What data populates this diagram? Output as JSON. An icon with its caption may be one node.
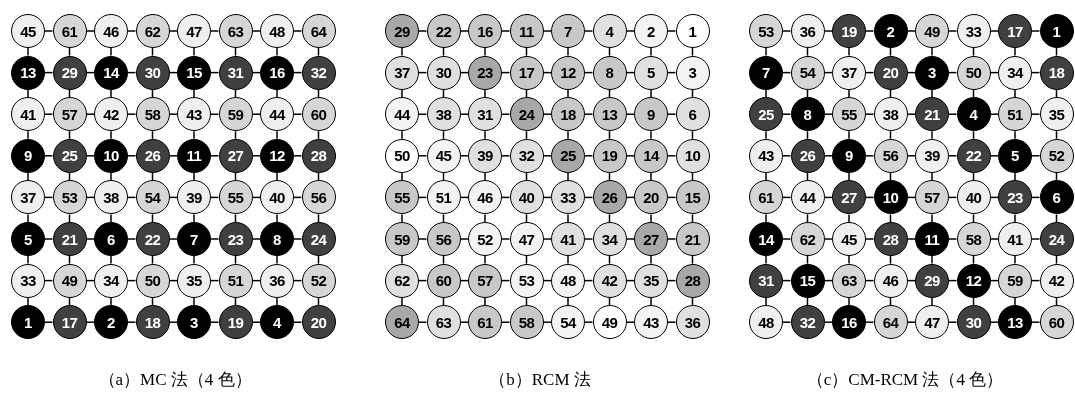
{
  "diagram": {
    "nodes": [
      {
        "text": [
          "45"
        ]
      },
      {
        "text": [
          "61"
        ]
      },
      {
        "text": [
          "46"
        ]
      },
      {
        "text": [
          "62"
        ]
      },
      {
        "text": [
          "47"
        ]
      },
      {
        "text": [
          "63"
        ]
      },
      {
        "text": [
          "48"
        ]
      },
      {
        "text": [
          "64"
        ]
      },
      {
        "text": [
          "13"
        ]
      },
      {
        "text": [
          "29"
        ]
      },
      {
        "text": [
          "14"
        ]
      },
      {
        "text": [
          "30"
        ]
      },
      {
        "text": [
          "15"
        ]
      },
      {
        "text": [
          "31"
        ]
      },
      {
        "text": [
          "16"
        ]
      },
      {
        "text": [
          "32"
        ]
      },
      {
        "text": [
          "41"
        ]
      },
      {
        "text": [
          "57"
        ]
      },
      {
        "text": [
          "42"
        ]
      },
      {
        "text": [
          "58"
        ]
      },
      {
        "text": [
          "43"
        ]
      },
      {
        "text": [
          "59"
        ]
      },
      {
        "text": [
          "44"
        ]
      },
      {
        "text": [
          "60"
        ]
      },
      {
        "text": [
          "9"
        ]
      },
      {
        "text": [
          "25"
        ]
      },
      {
        "text": [
          "10"
        ]
      },
      {
        "text": [
          "26"
        ]
      },
      {
        "text": [
          "11"
        ]
      },
      {
        "text": [
          "27"
        ]
      },
      {
        "text": [
          "12"
        ]
      },
      {
        "text": [
          "28"
        ]
      },
      {
        "text": [
          "37"
        ]
      },
      {
        "text": [
          "53"
        ]
      },
      {
        "text": [
          "38"
        ]
      },
      {
        "text": [
          "54"
        ]
      },
      {
        "text": [
          "39"
        ]
      },
      {
        "text": [
          "55"
        ]
      },
      {
        "text": [
          "40"
        ]
      },
      {
        "text": [
          "56"
        ]
      },
      {
        "text": [
          "5"
        ]
      },
      {
        "text": [
          "21"
        ]
      },
      {
        "text": [
          "6"
        ]
      },
      {
        "text": [
          "22"
        ]
      },
      {
        "text": [
          "7"
        ]
      },
      {
        "text": [
          "23"
        ]
      },
      {
        "text": [
          "8"
        ]
      },
      {
        "text": [
          "24"
        ]
      },
      {
        "text": [
          "33"
        ]
      },
      {
        "text": [
          "49"
        ]
      },
      {
        "text": [
          "34"
        ]
      },
      {
        "text": [
          "50"
        ]
      },
      {
        "text": [
          "35"
        ]
      },
      {
        "text": [
          "51"
        ]
      },
      {
        "text": [
          "36"
        ]
      },
      {
        "text": [
          "52"
        ]
      },
      {
        "text": [
          "1"
        ]
      },
      {
        "text": [
          "17"
        ]
      },
      {
        "text": [
          "2"
        ]
      },
      {
        "text": [
          "18"
        ]
      },
      {
        "text": [
          "3"
        ]
      },
      {
        "text": [
          "19"
        ]
      },
      {
        "text": [
          "4"
        ]
      },
      {
        "text": [
          "20"
        ]
      },
      {
        "text": [
          "29"
        ]
      },
      {
        "text": [
          "22"
        ]
      },
      {
        "text": [
          "16"
        ]
      },
      {
        "text": [
          "11"
        ]
      },
      {
        "text": [
          "7"
        ]
      },
      {
        "text": [
          "4"
        ]
      },
      {
        "text": [
          "2"
        ]
      },
      {
        "text": [
          "1"
        ]
      },
      {
        "text": [
          "37"
        ]
      },
      {
        "text": [
          "30"
        ]
      },
      {
        "text": [
          "23"
        ]
      },
      {
        "text": [
          "17"
        ]
      },
      {
        "text": [
          "12"
        ]
      },
      {
        "text": [
          "8"
        ]
      },
      {
        "text": [
          "5"
        ]
      },
      {
        "text": [
          "3"
        ]
      },
      {
        "text": [
          "44"
        ]
      },
      {
        "text": [
          "38"
        ]
      },
      {
        "text": [
          "31"
        ]
      },
      {
        "text": [
          "24"
        ]
      },
      {
        "text": [
          "18"
        ]
      },
      {
        "text": [
          "13"
        ]
      },
      {
        "text": [
          "9"
        ]
      },
      {
        "text": [
          "6"
        ]
      },
      {
        "text": [
          "50"
        ]
      },
      {
        "text": [
          "45"
        ]
      },
      {
        "text": [
          "39"
        ]
      },
      {
        "text": [
          "32"
        ]
      },
      {
        "text": [
          "25"
        ]
      },
      {
        "text": [
          "19"
        ]
      },
      {
        "text": [
          "14"
        ]
      },
      {
        "text": [
          "10"
        ]
      },
      {
        "text": [
          "55"
        ]
      },
      {
        "text": [
          "51"
        ]
      },
      {
        "text": [
          "46"
        ]
      },
      {
        "text": [
          "40"
        ]
      },
      {
        "text": [
          "33"
        ]
      },
      {
        "text": [
          "26"
        ]
      },
      {
        "text": [
          "20"
        ]
      },
      {
        "text": [
          "15"
        ]
      },
      {
        "text": [
          "59"
        ]
      },
      {
        "text": [
          "56"
        ]
      },
      {
        "text": [
          "52"
        ]
      },
      {
        "text": [
          "47"
        ]
      },
      {
        "text": [
          "41"
        ]
      },
      {
        "text": [
          "34"
        ]
      },
      {
        "text": [
          "27"
        ]
      },
      {
        "text": [
          "21"
        ]
      },
      {
        "text": [
          "62"
        ]
      },
      {
        "text": [
          "60"
        ]
      },
      {
        "text": [
          "57"
        ]
      },
      {
        "text": [
          "53"
        ]
      },
      {
        "text": [
          "48"
        ]
      },
      {
        "text": [
          "42"
        ]
      },
      {
        "text": [
          "35"
        ]
      },
      {
        "text": [
          "28"
        ]
      },
      {
        "text": [
          "64"
        ]
      },
      {
        "text": [
          "63"
        ]
      },
      {
        "text": [
          "61"
        ]
      },
      {
        "text": [
          "58"
        ]
      },
      {
        "text": [
          "54"
        ]
      },
      {
        "text": [
          "49"
        ]
      },
      {
        "text": [
          "43"
        ]
      },
      {
        "text": [
          "36"
        ]
      },
      {
        "text": [
          "53"
        ]
      },
      {
        "text": [
          "36"
        ]
      },
      {
        "text": [
          "19"
        ]
      },
      {
        "text": [
          "2"
        ]
      },
      {
        "text": [
          "49"
        ]
      },
      {
        "text": [
          "33"
        ]
      },
      {
        "text": [
          "17"
        ]
      },
      {
        "text": [
          "1"
        ]
      },
      {
        "text": [
          "7"
        ]
      },
      {
        "text": [
          "54"
        ]
      },
      {
        "text": [
          "37"
        ]
      },
      {
        "text": [
          "20"
        ]
      },
      {
        "text": [
          "3"
        ]
      },
      {
        "text": [
          "50"
        ]
      },
      {
        "text": [
          "34"
        ]
      },
      {
        "text": [
          "18"
        ]
      },
      {
        "text": [
          "25"
        ]
      },
      {
        "text": [
          "8"
        ]
      },
      {
        "text": [
          "55"
        ]
      },
      {
        "text": [
          "38"
        ]
      },
      {
        "text": [
          "21"
        ]
      },
      {
        "text": [
          "4"
        ]
      },
      {
        "text": [
          "51"
        ]
      },
      {
        "text": [
          "35"
        ]
      },
      {
        "text": [
          "43"
        ]
      },
      {
        "text": [
          "26"
        ]
      },
      {
        "text": [
          "9"
        ]
      },
      {
        "text": [
          "56"
        ]
      },
      {
        "text": [
          "39"
        ]
      },
      {
        "text": [
          "22"
        ]
      },
      {
        "text": [
          "5"
        ]
      },
      {
        "text": [
          "52"
        ]
      },
      {
        "text": [
          "61"
        ]
      },
      {
        "text": [
          "44"
        ]
      },
      {
        "text": [
          "27"
        ]
      },
      {
        "text": [
          "10"
        ]
      },
      {
        "text": [
          "57"
        ]
      },
      {
        "text": [
          "40"
        ]
      },
      {
        "text": [
          "23"
        ]
      },
      {
        "text": [
          "6"
        ]
      },
      {
        "text": [
          "14"
        ]
      },
      {
        "text": [
          "62"
        ]
      },
      {
        "text": [
          "45"
        ]
      },
      {
        "text": [
          "28"
        ]
      },
      {
        "text": [
          "11"
        ]
      },
      {
        "text": [
          "58"
        ]
      },
      {
        "text": [
          "41"
        ]
      },
      {
        "text": [
          "24"
        ]
      },
      {
        "text": [
          "31"
        ]
      },
      {
        "text": [
          "15"
        ]
      },
      {
        "text": [
          "63"
        ]
      },
      {
        "text": [
          "46"
        ]
      },
      {
        "text": [
          "29"
        ]
      },
      {
        "text": [
          "12"
        ]
      },
      {
        "text": [
          "59"
        ]
      },
      {
        "text": [
          "42"
        ]
      },
      {
        "text": [
          "48"
        ]
      },
      {
        "text": [
          "32"
        ]
      },
      {
        "text": [
          "16"
        ]
      },
      {
        "text": [
          "64"
        ]
      },
      {
        "text": [
          "47"
        ]
      },
      {
        "text": [
          "30"
        ]
      },
      {
        "text": [
          "13"
        ]
      },
      {
        "text": [
          "60"
        ]
      }
    ],
    "edges": [
      {
        "from": 0,
        "to": 1,
        "arrow": "none"
      },
      {
        "from": 1,
        "to": 2,
        "arrow": "none"
      },
      {
        "from": 2,
        "to": 3,
        "arrow": "none"
      },
      {
        "from": 3,
        "to": 4,
        "arrow": "none"
      },
      {
        "from": 4,
        "to": 5,
        "arrow": "none"
      },
      {
        "from": 5,
        "to": 6,
        "arrow": "none"
      },
      {
        "from": 6,
        "to": 7,
        "arrow": "none"
      },
      {
        "from": 0,
        "to": 8,
        "arrow": "none"
      },
      {
        "from": 1,
        "to": 9,
        "arrow": "none"
      },
      {
        "from": 2,
        "to": 10,
        "arrow": "none"
      },
      {
        "from": 3,
        "to": 11,
        "arrow": "none"
      },
      {
        "from": 4,
        "to": 12,
        "arrow": "none"
      },
      {
        "from": 5,
        "to": 13,
        "arrow": "none"
      },
      {
        "from": 6,
        "to": 14,
        "arrow": "none"
      },
      {
        "from": 7,
        "to": 15,
        "arrow": "none"
      },
      {
        "from": 8,
        "to": 9,
        "arrow": "none"
      },
      {
        "from": 9,
        "to": 10,
        "arrow": "none"
      },
      {
        "from": 10,
        "to": 11,
        "arrow": "none"
      },
      {
        "from": 11,
        "to": 12,
        "arrow": "none"
      },
      {
        "from": 12,
        "to": 13,
        "arrow": "none"
      },
      {
        "from": 13,
        "to": 14,
        "arrow": "none"
      },
      {
        "from": 14,
        "to": 15,
        "arrow": "none"
      },
      {
        "from": 8,
        "to": 16,
        "arrow": "none"
      },
      {
        "from": 9,
        "to": 17,
        "arrow": "none"
      },
      {
        "from": 10,
        "to": 18,
        "arrow": "none"
      },
      {
        "from": 11,
        "to": 19,
        "arrow": "none"
      },
      {
        "from": 12,
        "to": 20,
        "arrow": "none"
      },
      {
        "from": 13,
        "to": 21,
        "arrow": "none"
      },
      {
        "from": 14,
        "to": 22,
        "arrow": "none"
      },
      {
        "from": 15,
        "to": 23,
        "arrow": "none"
      },
      {
        "from": 16,
        "to": 17,
        "arrow": "none"
      },
      {
        "from": 17,
        "to": 18,
        "arrow": "none"
      },
      {
        "from": 18,
        "to": 19,
        "arrow": "none"
      },
      {
        "from": 19,
        "to": 20,
        "arrow": "none"
      },
      {
        "from": 20,
        "to": 21,
        "arrow": "none"
      },
      {
        "from": 21,
        "to": 22,
        "arrow": "none"
      },
      {
        "from": 22,
        "to": 23,
        "arrow": "none"
      },
      {
        "from": 16,
        "to": 24,
        "arrow": "none"
      },
      {
        "from": 17,
        "to": 25,
        "arrow": "none"
      },
      {
        "from": 18,
        "to": 26,
        "arrow": "none"
      },
      {
        "from": 19,
        "to": 27,
        "arrow": "none"
      },
      {
        "from": 20,
        "to": 28,
        "arrow": "none"
      },
      {
        "from": 21,
        "to": 29,
        "arrow": "none"
      },
      {
        "from": 22,
        "to": 30,
        "arrow": "none"
      },
      {
        "from": 23,
        "to": 31,
        "arrow": "none"
      },
      {
        "from": 24,
        "to": 25,
        "arrow": "none"
      },
      {
        "from": 25,
        "to": 26,
        "arrow": "none"
      },
      {
        "from": 26,
        "to": 27,
        "arrow": "none"
      },
      {
        "from": 27,
        "to": 28,
        "arrow": "none"
      },
      {
        "from": 28,
        "to": 29,
        "arrow": "none"
      },
      {
        "from": 29,
        "to": 30,
        "arrow": "none"
      },
      {
        "from": 30,
        "to": 31,
        "arrow": "none"
      },
      {
        "from": 24,
        "to": 32,
        "arrow": "none"
      },
      {
        "from": 25,
        "to": 33,
        "arrow": "none"
      },
      {
        "from": 26,
        "to": 34,
        "arrow": "none"
      },
      {
        "from": 27,
        "to": 35,
        "arrow": "none"
      },
      {
        "from": 28,
        "to": 36,
        "arrow": "none"
      },
      {
        "from": 29,
        "to": 37,
        "arrow": "none"
      },
      {
        "from": 30,
        "to": 38,
        "arrow": "none"
      },
      {
        "from": 31,
        "to": 39,
        "arrow": "none"
      },
      {
        "from": 32,
        "to": 33,
        "arrow": "none"
      },
      {
        "from": 33,
        "to": 34,
        "arrow": "none"
      },
      {
        "from": 34,
        "to": 35,
        "arrow": "none"
      },
      {
        "from": 35,
        "to": 36,
        "arrow": "none"
      },
      {
        "from": 36,
        "to": 37,
        "arrow": "none"
      },
      {
        "from": 37,
        "to": 38,
        "arrow": "none"
      },
      {
        "from": 38,
        "to": 39,
        "arrow": "none"
      },
      {
        "from": 32,
        "to": 40,
        "arrow": "none"
      },
      {
        "from": 33,
        "to": 41,
        "arrow": "none"
      },
      {
        "from": 34,
        "to": 42,
        "arrow": "none"
      },
      {
        "from": 35,
        "to": 43,
        "arrow": "none"
      },
      {
        "from": 36,
        "to": 44,
        "arrow": "none"
      },
      {
        "from": 37,
        "to": 45,
        "arrow": "none"
      },
      {
        "from": 38,
        "to": 46,
        "arrow": "none"
      },
      {
        "from": 39,
        "to": 47,
        "arrow": "none"
      },
      {
        "from": 40,
        "to": 41,
        "arrow": "none"
      },
      {
        "from": 41,
        "to": 42,
        "arrow": "none"
      },
      {
        "from": 42,
        "to": 43,
        "arrow": "none"
      },
      {
        "from": 43,
        "to": 44,
        "arrow": "none"
      },
      {
        "from": 44,
        "to": 45,
        "arrow": "none"
      },
      {
        "from": 45,
        "to": 46,
        "arrow": "none"
      },
      {
        "from": 46,
        "to": 47,
        "arrow": "none"
      },
      {
        "from": 40,
        "to": 48,
        "arrow": "none"
      },
      {
        "from": 41,
        "to": 49,
        "arrow": "none"
      },
      {
        "from": 42,
        "to": 50,
        "arrow": "none"
      },
      {
        "from": 43,
        "to": 51,
        "arrow": "none"
      },
      {
        "from": 44,
        "to": 52,
        "arrow": "none"
      },
      {
        "from": 45,
        "to": 53,
        "arrow": "none"
      },
      {
        "from": 46,
        "to": 54,
        "arrow": "none"
      },
      {
        "from": 47,
        "to": 55,
        "arrow": "none"
      },
      {
        "from": 48,
        "to": 49,
        "arrow": "none"
      },
      {
        "from": 49,
        "to": 50,
        "arrow": "none"
      },
      {
        "from": 50,
        "to": 51,
        "arrow": "none"
      },
      {
        "from": 51,
        "to": 52,
        "arrow": "none"
      },
      {
        "from": 52,
        "to": 53,
        "arrow": "none"
      },
      {
        "from": 53,
        "to": 54,
        "arrow": "none"
      },
      {
        "from": 54,
        "to": 55,
        "arrow": "none"
      },
      {
        "from": 48,
        "to": 56,
        "arrow": "none"
      },
      {
        "from": 49,
        "to": 57,
        "arrow": "none"
      },
      {
        "from": 50,
        "to": 58,
        "arrow": "none"
      },
      {
        "from": 51,
        "to": 59,
        "arrow": "none"
      },
      {
        "from": 52,
        "to": 60,
        "arrow": "none"
      },
      {
        "from": 53,
        "to": 61,
        "arrow": "none"
      },
      {
        "from": 54,
        "to": 62,
        "arrow": "none"
      },
      {
        "from": 55,
        "to": 63,
        "arrow": "none"
      },
      {
        "from": 56,
        "to": 57,
        "arrow": "none"
      },
      {
        "from": 57,
        "to": 58,
        "arrow": "none"
      },
      {
        "from": 58,
        "to": 59,
        "arrow": "none"
      },
      {
        "from": 59,
        "to": 60,
        "arrow": "none"
      },
      {
        "from": 60,
        "to": 61,
        "arrow": "none"
      },
      {
        "from": 61,
        "to": 62,
        "arrow": "none"
      },
      {
        "from": 62,
        "to": 63,
        "arrow": "none"
      },
      {
        "from": 64,
        "to": 65,
        "arrow": "none"
      },
      {
        "from": 65,
        "to": 66,
        "arrow": "none"
      },
      {
        "from": 66,
        "to": 67,
        "arrow": "none"
      },
      {
        "from": 67,
        "to": 68,
        "arrow": "none"
      },
      {
        "from": 68,
        "to": 69,
        "arrow": "none"
      },
      {
        "from": 69,
        "to": 70,
        "arrow": "none"
      },
      {
        "from": 70,
        "to": 71,
        "arrow": "none"
      },
      {
        "from": 64,
        "to": 72,
        "arrow": "none"
      },
      {
        "from": 65,
        "to": 73,
        "arrow": "none"
      },
      {
        "from": 66,
        "to": 74,
        "arrow": "none"
      },
      {
        "from": 67,
        "to": 75,
        "arrow": "none"
      },
      {
        "from": 68,
        "to": 76,
        "arrow": "none"
      },
      {
        "from": 69,
        "to": 77,
        "arrow": "none"
      },
      {
        "from": 70,
        "to": 78,
        "arrow": "none"
      },
      {
        "from": 71,
        "to": 79,
        "arrow": "none"
      },
      {
        "from": 72,
        "to": 73,
        "arrow": "none"
      },
      {
        "from": 73,
        "to": 74,
        "arrow": "none"
      },
      {
        "from": 74,
        "to": 75,
        "arrow": "none"
      },
      {
        "from": 75,
        "to": 76,
        "arrow": "none"
      },
      {
        "from": 76,
        "to": 77,
        "arrow": "none"
      },
      {
        "from": 77,
        "to": 78,
        "arrow": "none"
      },
      {
        "from": 78,
        "to": 79,
        "arrow": "none"
      },
      {
        "from": 72,
        "to": 80,
        "arrow": "none"
      },
      {
        "from": 73,
        "to": 81,
        "arrow": "none"
      },
      {
        "from": 74,
        "to": 82,
        "arrow": "none"
      },
      {
        "from": 75,
        "to": 83,
        "arrow": "none"
      },
      {
        "from": 76,
        "to": 84,
        "arrow": "none"
      },
      {
        "from": 77,
        "to": 85,
        "arrow": "none"
      },
      {
        "from": 78,
        "to": 86,
        "arrow": "none"
      },
      {
        "from": 79,
        "to": 87,
        "arrow": "none"
      },
      {
        "from": 80,
        "to": 81,
        "arrow": "none"
      },
      {
        "from": 81,
        "to": 82,
        "arrow": "none"
      },
      {
        "from": 82,
        "to": 83,
        "arrow": "none"
      },
      {
        "from": 83,
        "to": 84,
        "arrow": "none"
      },
      {
        "from": 84,
        "to": 85,
        "arrow": "none"
      },
      {
        "from": 85,
        "to": 86,
        "arrow": "none"
      },
      {
        "from": 86,
        "to": 87,
        "arrow": "none"
      },
      {
        "from": 80,
        "to": 88,
        "arrow": "none"
      },
      {
        "from": 81,
        "to": 89,
        "arrow": "none"
      },
      {
        "from": 82,
        "to": 90,
        "arrow": "none"
      },
      {
        "from": 83,
        "to": 91,
        "arrow": "none"
      },
      {
        "from": 84,
        "to": 92,
        "arrow": "none"
      },
      {
        "from": 85,
        "to": 93,
        "arrow": "none"
      },
      {
        "from": 86,
        "to": 94,
        "arrow": "none"
      },
      {
        "from": 87,
        "to": 95,
        "arrow": "none"
      },
      {
        "from": 88,
        "to": 89,
        "arrow": "none"
      },
      {
        "from": 89,
        "to": 90,
        "arrow": "none"
      },
      {
        "from": 90,
        "to": 91,
        "arrow": "none"
      },
      {
        "from": 91,
        "to": 92,
        "arrow": "none"
      },
      {
        "from": 92,
        "to": 93,
        "arrow": "none"
      },
      {
        "from": 93,
        "to": 94,
        "arrow": "none"
      },
      {
        "from": 94,
        "to": 95,
        "arrow": "none"
      },
      {
        "from": 88,
        "to": 96,
        "arrow": "none"
      },
      {
        "from": 89,
        "to": 97,
        "arrow": "none"
      },
      {
        "from": 90,
        "to": 98,
        "arrow": "none"
      },
      {
        "from": 91,
        "to": 99,
        "arrow": "none"
      },
      {
        "from": 92,
        "to": 100,
        "arrow": "none"
      },
      {
        "from": 93,
        "to": 101,
        "arrow": "none"
      },
      {
        "from": 94,
        "to": 102,
        "arrow": "none"
      },
      {
        "from": 95,
        "to": 103,
        "arrow": "none"
      },
      {
        "from": 96,
        "to": 97,
        "arrow": "none"
      },
      {
        "from": 97,
        "to": 98,
        "arrow": "none"
      },
      {
        "from": 98,
        "to": 99,
        "arrow": "none"
      },
      {
        "from": 99,
        "to": 100,
        "arrow": "none"
      },
      {
        "from": 100,
        "to": 101,
        "arrow": "none"
      },
      {
        "from": 101,
        "to": 102,
        "arrow": "none"
      },
      {
        "from": 102,
        "to": 103,
        "arrow": "none"
      },
      {
        "from": 96,
        "to": 104,
        "arrow": "none"
      },
      {
        "from": 97,
        "to": 105,
        "arrow": "none"
      },
      {
        "from": 98,
        "to": 106,
        "arrow": "none"
      },
      {
        "from": 99,
        "to": 107,
        "arrow": "none"
      },
      {
        "from": 100,
        "to": 108,
        "arrow": "none"
      },
      {
        "from": 101,
        "to": 109,
        "arrow": "none"
      },
      {
        "from": 102,
        "to": 110,
        "arrow": "none"
      },
      {
        "from": 103,
        "to": 111,
        "arrow": "none"
      },
      {
        "from": 104,
        "to": 105,
        "arrow": "none"
      },
      {
        "from": 105,
        "to": 106,
        "arrow": "none"
      },
      {
        "from": 106,
        "to": 107,
        "arrow": "none"
      },
      {
        "from": 107,
        "to": 108,
        "arrow": "none"
      },
      {
        "from": 108,
        "to": 109,
        "arrow": "none"
      },
      {
        "from": 109,
        "to": 110,
        "arrow": "none"
      },
      {
        "from": 110,
        "to": 111,
        "arrow": "none"
      },
      {
        "from": 104,
        "to": 112,
        "arrow": "none"
      },
      {
        "from": 105,
        "to": 113,
        "arrow": "none"
      },
      {
        "from": 106,
        "to": 114,
        "arrow": "none"
      },
      {
        "from": 107,
        "to": 115,
        "arrow": "none"
      },
      {
        "from": 108,
        "to": 116,
        "arrow": "none"
      },
      {
        "from": 109,
        "to": 117,
        "arrow": "none"
      },
      {
        "from": 110,
        "to": 118,
        "arrow": "none"
      },
      {
        "from": 111,
        "to": 119,
        "arrow": "none"
      },
      {
        "from": 112,
        "to": 113,
        "arrow": "none"
      },
      {
        "from": 113,
        "to": 114,
        "arrow": "none"
      },
      {
        "from": 114,
        "to": 115,
        "arrow": "none"
      },
      {
        "from": 115,
        "to": 116,
        "arrow": "none"
      },
      {
        "from": 116,
        "to": 117,
        "arrow": "none"
      },
      {
        "from": 117,
        "to": 118,
        "arrow": "none"
      },
      {
        "from": 118,
        "to": 119,
        "arrow": "none"
      },
      {
        "from": 112,
        "to": 120,
        "arrow": "none"
      },
      {
        "from": 113,
        "to": 121,
        "arrow": "none"
      },
      {
        "from": 114,
        "to": 122,
        "arrow": "none"
      },
      {
        "from": 115,
        "to": 123,
        "arrow": "none"
      },
      {
        "from": 116,
        "to": 124,
        "arrow": "none"
      },
      {
        "from": 117,
        "to": 125,
        "arrow": "none"
      },
      {
        "from": 118,
        "to": 126,
        "arrow": "none"
      },
      {
        "from": 119,
        "to": 127,
        "arrow": "none"
      },
      {
        "from": 120,
        "to": 121,
        "arrow": "none"
      },
      {
        "from": 121,
        "to": 122,
        "arrow": "none"
      },
      {
        "from": 122,
        "to": 123,
        "arrow": "none"
      },
      {
        "from": 123,
        "to": 124,
        "arrow": "none"
      },
      {
        "from": 124,
        "to": 125,
        "arrow": "none"
      },
      {
        "from": 125,
        "to": 126,
        "arrow": "none"
      },
      {
        "from": 126,
        "to": 127,
        "arrow": "none"
      },
      {
        "from": 128,
        "to": 129,
        "arrow": "none"
      },
      {
        "from": 129,
        "to": 130,
        "arrow": "none"
      },
      {
        "from": 130,
        "to": 131,
        "arrow": "none"
      },
      {
        "from": 131,
        "to": 132,
        "arrow": "none"
      },
      {
        "from": 132,
        "to": 133,
        "arrow": "none"
      },
      {
        "from": 133,
        "to": 134,
        "arrow": "none"
      },
      {
        "from": 134,
        "to": 135,
        "arrow": "none"
      },
      {
        "from": 128,
        "to": 136,
        "arrow": "none"
      },
      {
        "from": 129,
        "to": 137,
        "arrow": "none"
      },
      {
        "from": 130,
        "to": 138,
        "arrow": "none"
      },
      {
        "from": 131,
        "to": 139,
        "arrow": "none"
      },
      {
        "from": 132,
        "to": 140,
        "arrow": "none"
      },
      {
        "from": 133,
        "to": 141,
        "arrow": "none"
      },
      {
        "from": 134,
        "to": 142,
        "arrow": "none"
      },
      {
        "from": 135,
        "to": 143,
        "arrow": "none"
      },
      {
        "from": 136,
        "to": 137,
        "arrow": "none"
      },
      {
        "from": 137,
        "to": 138,
        "arrow": "none"
      },
      {
        "from": 138,
        "to": 139,
        "arrow": "none"
      },
      {
        "from": 139,
        "to": 140,
        "arrow": "none"
      },
      {
        "from": 140,
        "to": 141,
        "arrow": "none"
      },
      {
        "from": 141,
        "to": 142,
        "arrow": "none"
      },
      {
        "from": 142,
        "to": 143,
        "arrow": "none"
      },
      {
        "from": 136,
        "to": 144,
        "arrow": "none"
      },
      {
        "from": 137,
        "to": 145,
        "arrow": "none"
      },
      {
        "from": 138,
        "to": 146,
        "arrow": "none"
      },
      {
        "from": 139,
        "to": 147,
        "arrow": "none"
      },
      {
        "from": 140,
        "to": 148,
        "arrow": "none"
      },
      {
        "from": 141,
        "to": 149,
        "arrow": "none"
      },
      {
        "from": 142,
        "to": 150,
        "arrow": "none"
      },
      {
        "from": 143,
        "to": 151,
        "arrow": "none"
      },
      {
        "from": 144,
        "to": 145,
        "arrow": "none"
      },
      {
        "from": 145,
        "to": 146,
        "arrow": "none"
      },
      {
        "from": 146,
        "to": 147,
        "arrow": "none"
      },
      {
        "from": 147,
        "to": 148,
        "arrow": "none"
      },
      {
        "from": 148,
        "to": 149,
        "arrow": "none"
      },
      {
        "from": 149,
        "to": 150,
        "arrow": "none"
      },
      {
        "from": 150,
        "to": 151,
        "arrow": "none"
      },
      {
        "from": 144,
        "to": 152,
        "arrow": "none"
      },
      {
        "from": 145,
        "to": 153,
        "arrow": "none"
      },
      {
        "from": 146,
        "to": 154,
        "arrow": "none"
      },
      {
        "from": 147,
        "to": 155,
        "arrow": "none"
      },
      {
        "from": 148,
        "to": 156,
        "arrow": "none"
      },
      {
        "from": 149,
        "to": 157,
        "arrow": "none"
      },
      {
        "from": 150,
        "to": 158,
        "arrow": "none"
      },
      {
        "from": 151,
        "to": 159,
        "arrow": "none"
      },
      {
        "from": 152,
        "to": 153,
        "arrow": "none"
      },
      {
        "from": 153,
        "to": 154,
        "arrow": "none"
      },
      {
        "from": 154,
        "to": 155,
        "arrow": "none"
      },
      {
        "from": 155,
        "to": 156,
        "arrow": "none"
      },
      {
        "from": 156,
        "to": 157,
        "arrow": "none"
      },
      {
        "from": 157,
        "to": 158,
        "arrow": "none"
      },
      {
        "from": 158,
        "to": 159,
        "arrow": "none"
      },
      {
        "from": 152,
        "to": 160,
        "arrow": "none"
      },
      {
        "from": 153,
        "to": 161,
        "arrow": "none"
      },
      {
        "from": 154,
        "to": 162,
        "arrow": "none"
      },
      {
        "from": 155,
        "to": 163,
        "arrow": "none"
      },
      {
        "from": 156,
        "to": 164,
        "arrow": "none"
      },
      {
        "from": 157,
        "to": 165,
        "arrow": "none"
      },
      {
        "from": 158,
        "to": 166,
        "arrow": "none"
      },
      {
        "from": 159,
        "to": 167,
        "arrow": "none"
      },
      {
        "from": 160,
        "to": 161,
        "arrow": "none"
      },
      {
        "from": 161,
        "to": 162,
        "arrow": "none"
      },
      {
        "from": 162,
        "to": 163,
        "arrow": "none"
      },
      {
        "from": 163,
        "to": 164,
        "arrow": "none"
      },
      {
        "from": 164,
        "to": 165,
        "arrow": "none"
      },
      {
        "from": 165,
        "to": 166,
        "arrow": "none"
      },
      {
        "from": 166,
        "to": 167,
        "arrow": "none"
      },
      {
        "from": 160,
        "to": 168,
        "arrow": "none"
      },
      {
        "from": 161,
        "to": 169,
        "arrow": "none"
      },
      {
        "from": 162,
        "to": 170,
        "arrow": "none"
      },
      {
        "from": 163,
        "to": 171,
        "arrow": "none"
      },
      {
        "from": 164,
        "to": 172,
        "arrow": "none"
      },
      {
        "from": 165,
        "to": 173,
        "arrow": "none"
      },
      {
        "from": 166,
        "to": 174,
        "arrow": "none"
      },
      {
        "from": 167,
        "to": 175,
        "arrow": "none"
      },
      {
        "from": 168,
        "to": 169,
        "arrow": "none"
      },
      {
        "from": 169,
        "to": 170,
        "arrow": "none"
      },
      {
        "from": 170,
        "to": 171,
        "arrow": "none"
      },
      {
        "from": 171,
        "to": 172,
        "arrow": "none"
      },
      {
        "from": 172,
        "to": 173,
        "arrow": "none"
      },
      {
        "from": 173,
        "to": 174,
        "arrow": "none"
      },
      {
        "from": 174,
        "to": 175,
        "arrow": "none"
      },
      {
        "from": 168,
        "to": 176,
        "arrow": "none"
      },
      {
        "from": 169,
        "to": 177,
        "arrow": "none"
      },
      {
        "from": 170,
        "to": 178,
        "arrow": "none"
      },
      {
        "from": 171,
        "to": 179,
        "arrow": "none"
      },
      {
        "from": 172,
        "to": 180,
        "arrow": "none"
      },
      {
        "from": 173,
        "to": 181,
        "arrow": "none"
      },
      {
        "from": 174,
        "to": 182,
        "arrow": "none"
      },
      {
        "from": 175,
        "to": 183,
        "arrow": "none"
      },
      {
        "from": 176,
        "to": 177,
        "arrow": "none"
      },
      {
        "from": 177,
        "to": 178,
        "arrow": "none"
      },
      {
        "from": 178,
        "to": 179,
        "arrow": "none"
      },
      {
        "from": 179,
        "to": 180,
        "arrow": "none"
      },
      {
        "from": 180,
        "to": 181,
        "arrow": "none"
      },
      {
        "from": 181,
        "to": 182,
        "arrow": "none"
      },
      {
        "from": 182,
        "to": 183,
        "arrow": "none"
      },
      {
        "from": 176,
        "to": 184,
        "arrow": "none"
      },
      {
        "from": 177,
        "to": 185,
        "arrow": "none"
      },
      {
        "from": 178,
        "to": 186,
        "arrow": "none"
      },
      {
        "from": 179,
        "to": 187,
        "arrow": "none"
      },
      {
        "from": 180,
        "to": 188,
        "arrow": "none"
      },
      {
        "from": 181,
        "to": 189,
        "arrow": "none"
      },
      {
        "from": 182,
        "to": 190,
        "arrow": "none"
      },
      {
        "from": 183,
        "to": 191,
        "arrow": "none"
      },
      {
        "from": 184,
        "to": 185,
        "arrow": "none"
      },
      {
        "from": 185,
        "to": 186,
        "arrow": "none"
      },
      {
        "from": 186,
        "to": 187,
        "arrow": "none"
      },
      {
        "from": 187,
        "to": 188,
        "arrow": "none"
      },
      {
        "from": 188,
        "to": 189,
        "arrow": "none"
      },
      {
        "from": 189,
        "to": 190,
        "arrow": "none"
      },
      {
        "from": 190,
        "to": 191,
        "arrow": "none"
      }
    ],
    "labels": [
      "（a）MC 法（4 色）",
      "（b）RCM 法",
      "（c）CM-RCM 法（4 色）"
    ]
  }
}
